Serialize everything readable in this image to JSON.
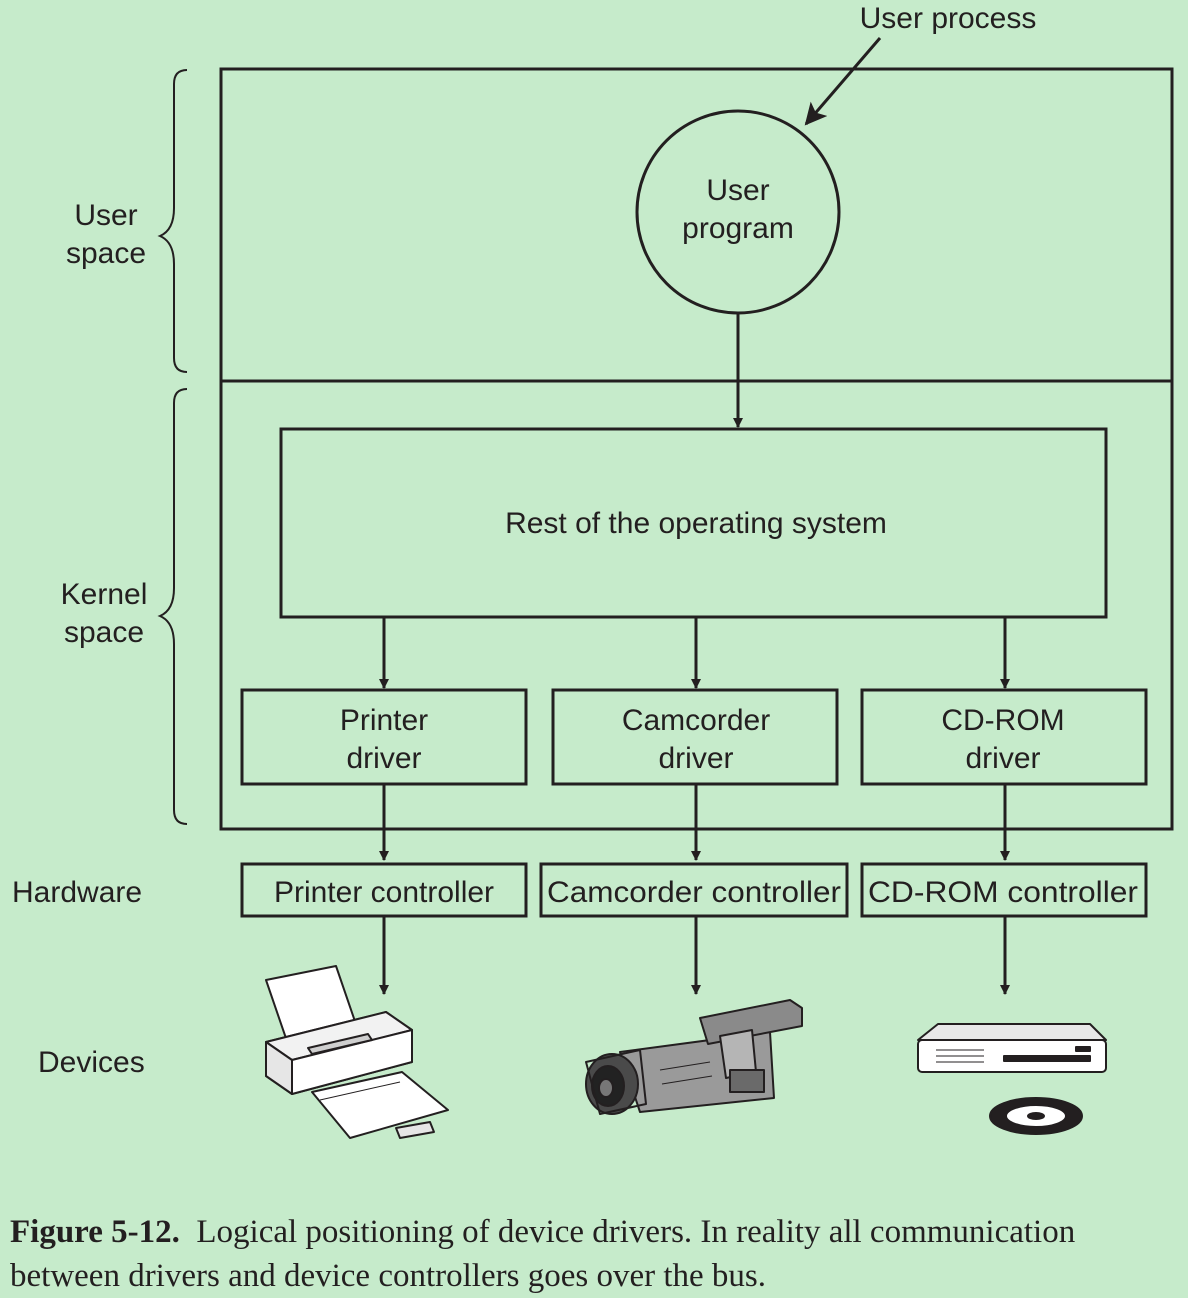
{
  "labels": {
    "user_process": "User process",
    "user_space": [
      "User",
      "space"
    ],
    "kernel_space": [
      "Kernel",
      "space"
    ],
    "hardware": "Hardware",
    "devices": "Devices",
    "user_program": [
      "User",
      "program"
    ],
    "rest_os": "Rest of the operating system"
  },
  "drivers": [
    [
      "Printer",
      "driver"
    ],
    [
      "Camcorder",
      "driver"
    ],
    [
      "CD-ROM",
      "driver"
    ]
  ],
  "controllers": [
    "Printer controller",
    "Camcorder controller",
    "CD-ROM controller"
  ],
  "caption": {
    "label": "Figure 5-12.",
    "text": "Logical positioning of device drivers.  In reality all communication between drivers and device controllers goes over the bus."
  }
}
